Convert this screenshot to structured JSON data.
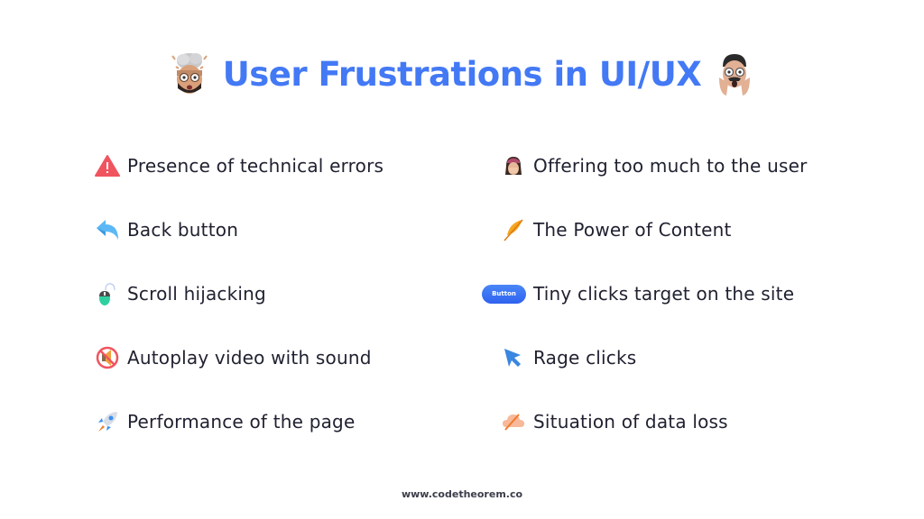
{
  "header": {
    "title": "User Frustrations in UI/UX",
    "left_icon": "mind-blown-memoji-icon",
    "right_icon": "shocked-memoji-icon",
    "title_color": "#4379F5"
  },
  "columns": {
    "left": [
      {
        "label": "Presence of technical errors",
        "icon": "warning-icon"
      },
      {
        "label": "Back button",
        "icon": "back-arrow-icon"
      },
      {
        "label": "Scroll hijacking",
        "icon": "computer-mouse-icon"
      },
      {
        "label": "Autoplay video with sound",
        "icon": "muted-speaker-icon"
      },
      {
        "label": "Performance of the page",
        "icon": "rocket-icon"
      }
    ],
    "right": [
      {
        "label": "Offering too much to the user",
        "icon": "overwhelmed-memoji-icon"
      },
      {
        "label": "The Power of Content",
        "icon": "feather-icon"
      },
      {
        "label": "Tiny clicks target on the site",
        "icon": "button-pill-icon",
        "button_text": "Button"
      },
      {
        "label": "Rage clicks",
        "icon": "cursor-icon"
      },
      {
        "label": "Situation of data loss",
        "icon": "cloud-off-icon"
      }
    ]
  },
  "footer": {
    "url": "www.codetheorem.co"
  }
}
